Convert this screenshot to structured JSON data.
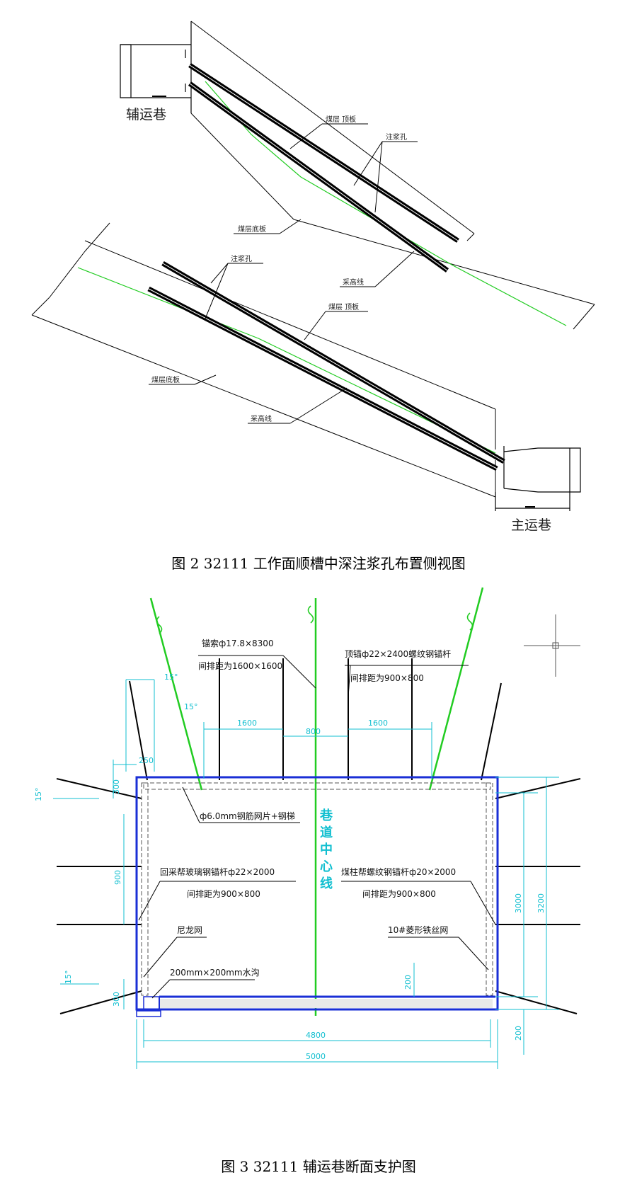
{
  "figure2": {
    "caption": "图 2  32111 工作面顺槽中深注浆孔布置侧视图",
    "label_aux_roadway": "辅运巷",
    "label_main_roadway": "主运巷",
    "label_roof_upper": "煤层 顶板",
    "label_grout_upper": "注浆孔",
    "label_floor_upper": "煤层底板",
    "label_mining_upper": "采高线",
    "label_grout_lower": "注浆孔",
    "label_roof_lower": "煤层 顶板",
    "label_floor_lower": "煤层底板",
    "label_mining_lower": "采高线"
  },
  "figure3": {
    "caption": "图 3  32111 辅运巷断面支护图",
    "label_cable": "锚索ф17.8×8300",
    "label_cable_spacing": "间排距为1600×1600",
    "label_roof_bolt": "顶锚ф22×2400螺纹钢锚杆",
    "label_roof_bolt_spacing": "间排距为900×800",
    "label_mesh": "ф6.0mm钢筋网片+钢梯",
    "label_center_line": [
      "巷",
      "道",
      "中",
      "心",
      "线"
    ],
    "label_left_bolt": "回采帮玻璃钢锚杆ф22×2000",
    "label_left_bolt_spacing": "间排距为900×800",
    "label_right_bolt": "煤柱帮螺纹钢锚杆ф20×2000",
    "label_right_bolt_spacing": "间排距为900×800",
    "label_nylon": "尼龙网",
    "label_diamond": "10#菱形铁丝网",
    "label_ditch": "200mm×200mm水沟",
    "dims": {
      "d_15a": "15°",
      "d_15b": "15°",
      "d_1600a": "1600",
      "d_1600b": "1600",
      "d_800": "800",
      "d_250": "250",
      "d_300a": "300",
      "d_300b": "300",
      "d_15c": "15°",
      "d_15d": "15°",
      "d_900": "900",
      "d_200a": "200",
      "d_3000": "3000",
      "d_3200": "3200",
      "d_200b": "200",
      "d_4800": "4800",
      "d_5000": "5000"
    }
  },
  "colors": {
    "green": "#22cc22",
    "cyan": "#11bfd0",
    "blue": "#1a2fd6",
    "black": "#000000"
  }
}
